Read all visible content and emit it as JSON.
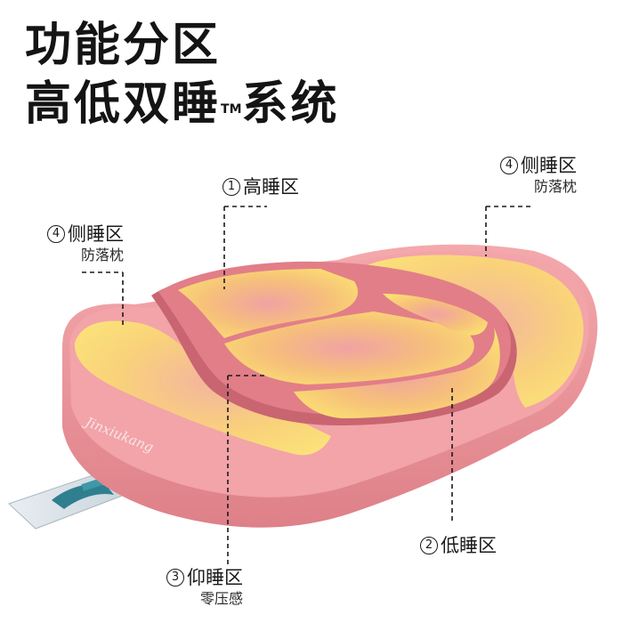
{
  "title": {
    "line1": "功能分区",
    "line2_main": "高低双睡",
    "line2_tm": "TM",
    "line2_tail": "系统"
  },
  "zones": [
    {
      "num": "1",
      "label": "高睡区",
      "sub": ""
    },
    {
      "num": "2",
      "label": "低睡区",
      "sub": ""
    },
    {
      "num": "3",
      "label": "仰睡区",
      "sub": "零压感"
    },
    {
      "num": "4",
      "label": "侧睡区",
      "sub": "防落枕"
    },
    {
      "num": "4",
      "label": "侧睡区",
      "sub": "防落枕"
    }
  ],
  "brand_mark": "Jinxiukang",
  "colors": {
    "pillow_pink": "#ef9a9e",
    "pillow_edge": "#dc7d84",
    "zone_yellow": "#f8d36a",
    "zone_core": "#f0a6a6"
  }
}
